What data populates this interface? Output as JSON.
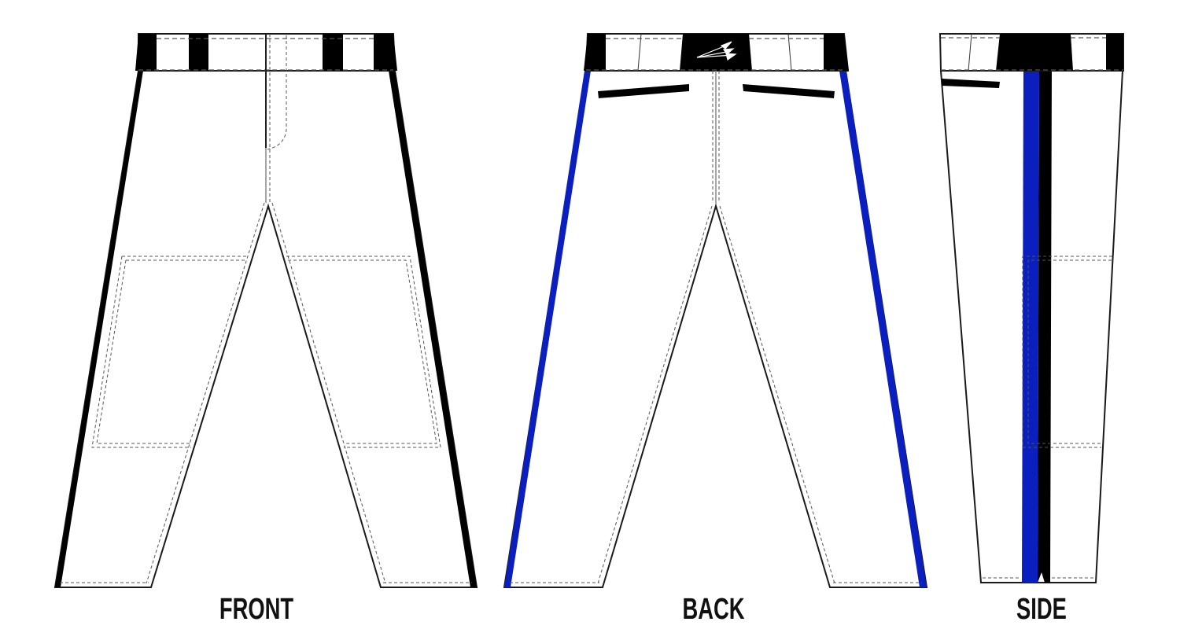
{
  "views": [
    {
      "id": "front",
      "label": "FRONT"
    },
    {
      "id": "back",
      "label": "BACK"
    },
    {
      "id": "side",
      "label": "SIDE"
    }
  ],
  "colors": {
    "primary_trim": "#000000",
    "accent_piping": "#0a1fbe",
    "base": "#ffffff",
    "outline": "#1a1a1a",
    "stitch": "#555555"
  },
  "garment": {
    "type": "baseball pants",
    "waistband_tabs": "black",
    "back_pockets": "black welt",
    "side_stripes": [
      "blue",
      "black"
    ],
    "logo": "arrow-logo"
  }
}
